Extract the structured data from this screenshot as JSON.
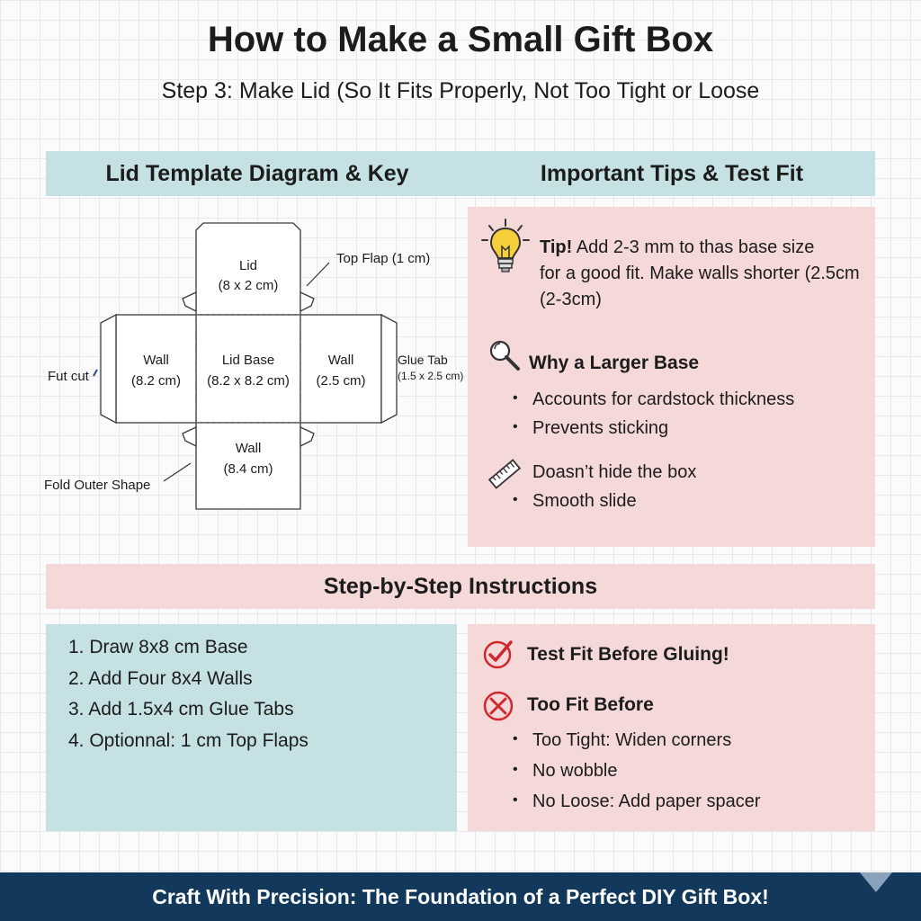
{
  "header": {
    "title": "How to Make a Small Gift Box",
    "subtitle": "Step 3: Make Lid (So It Fits Properly, Not Too Tight or Loose"
  },
  "sections": {
    "diagram_header": "Lid Template Diagram & Key",
    "tips_header": "Important Tips & Test Fit",
    "steps_header": "Step-by-Step Instructions"
  },
  "diagram": {
    "lid_label": "Lid",
    "lid_dim": "(8 x 2 cm)",
    "wall_left_label": "Wall",
    "wall_left_dim": "(8.2 cm)",
    "base_label": "Lid Base",
    "base_dim": "(8.2 x 8.2 cm)",
    "wall_right_label": "Wall",
    "wall_right_dim": "(2.5 cm)",
    "wall_bottom_label": "Wall",
    "wall_bottom_dim": "(8.4 cm)",
    "top_flap": "Top Flap (1 cm)",
    "glue_tab": "Glue Tab",
    "glue_tab_dim": "(1.5 x 2.5 cm)",
    "fut_cut": "Fut cut",
    "fold_outer": "Fold Outer Shape"
  },
  "tips": {
    "tip_prefix": "Tip!",
    "tip_line1": " Add 2-3 mm to thas base size",
    "tip_line2": "for a good fit. Make walls shorter (2.5cm",
    "tip_line3": "(2-3cm)",
    "why_title": "Why a Larger Base",
    "bullets": [
      "Accounts for cardstock thickness",
      "Prevents sticking"
    ],
    "ruler_item": "Doasn’t hide the box",
    "last_bullet": "Smooth slide",
    "bullet_char": "•"
  },
  "steps": {
    "items": [
      "1. Draw 8x8 cm Base",
      "2. Add Four 8x4 Walls",
      "3. Add 1.5x4 cm Glue Tabs",
      "4. Optionnal: 1 cm Top Flaps"
    ]
  },
  "fit": {
    "check_title": "Test Fit Before Gluing!",
    "x_title": "Too Fit Before",
    "bullets": [
      "Too Tight: Widen corners",
      "No wobble",
      "No Loose: Add paper spacer"
    ]
  },
  "footer": {
    "text": "Craft With Precision: The Foundation of a Perfect DIY Gift Box!"
  },
  "colors": {
    "teal_panel": "#c5e1e3",
    "pink_panel": "#f5d8d8",
    "footer_bg": "#12395c",
    "check_red": "#d0262e",
    "bulb_yellow": "#f4cf3a"
  },
  "icons": [
    "lightbulb-icon",
    "magnifier-icon",
    "ruler-icon",
    "check-circle-icon",
    "x-circle-icon"
  ]
}
